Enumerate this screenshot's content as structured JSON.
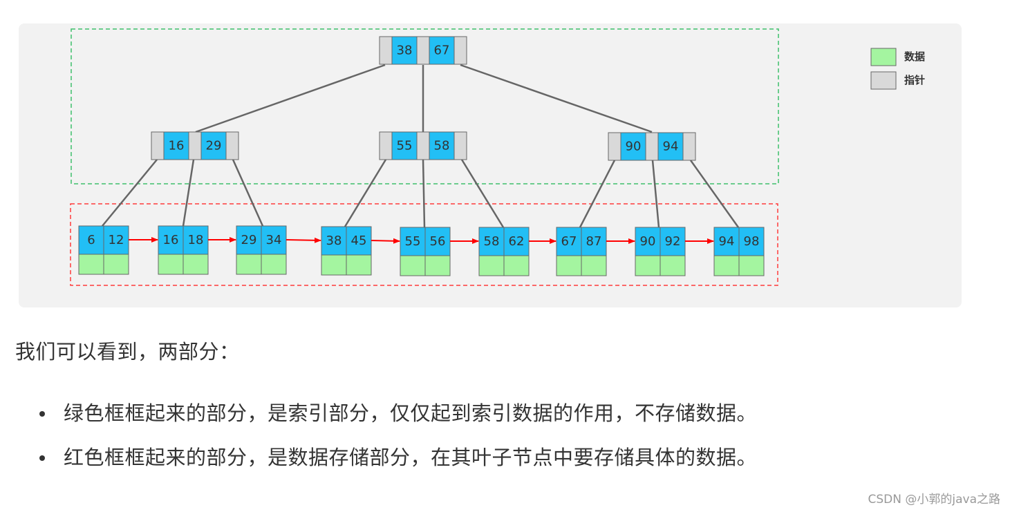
{
  "diagram": {
    "legend": [
      {
        "label": "数据",
        "color": "#a4f5a0"
      },
      {
        "label": "指针",
        "color": "#d9d9d9"
      }
    ],
    "colors": {
      "key_cell": "#22bff5",
      "data_cell": "#a4f5a0",
      "pointer_cell": "#d9d9d9",
      "edge": "#666666",
      "leaf_link": "#ff0000",
      "index_region_border": "#3cc06a",
      "leaf_region_border": "#ff3b3b"
    },
    "root": {
      "keys": [
        "38",
        "67"
      ]
    },
    "internal_nodes": [
      {
        "keys": [
          "16",
          "29"
        ]
      },
      {
        "keys": [
          "55",
          "58"
        ]
      },
      {
        "keys": [
          "90",
          "94"
        ]
      }
    ],
    "leaf_nodes": [
      {
        "keys": [
          "6",
          "12"
        ]
      },
      {
        "keys": [
          "16",
          "18"
        ]
      },
      {
        "keys": [
          "29",
          "34"
        ]
      },
      {
        "keys": [
          "38",
          "45"
        ]
      },
      {
        "keys": [
          "55",
          "56"
        ]
      },
      {
        "keys": [
          "58",
          "62"
        ]
      },
      {
        "keys": [
          "67",
          "87"
        ]
      },
      {
        "keys": [
          "90",
          "92"
        ]
      },
      {
        "keys": [
          "94",
          "98"
        ]
      }
    ]
  },
  "text": {
    "intro": "我们可以看到，两部分：",
    "bullets": [
      "绿色框框起来的部分，是索引部分，仅仅起到索引数据的作用，不存储数据。",
      "红色框框起来的部分，是数据存储部分，在其叶子节点中要存储具体的数据。"
    ],
    "watermark": "CSDN @小郭的java之路"
  }
}
